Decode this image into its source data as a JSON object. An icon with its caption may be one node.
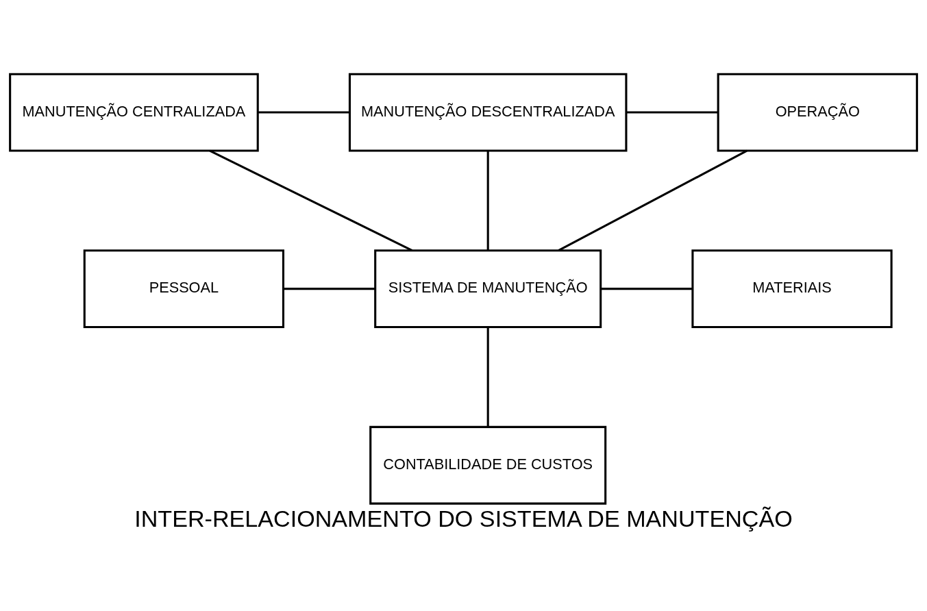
{
  "diagram": {
    "title": "INTER-RELACIONAMENTO DO SISTEMA DE MANUTENÇÃO",
    "nodes": [
      {
        "text": [
          "MANUTENÇÃO CENTRALIZADA"
        ]
      },
      {
        "text": [
          "MANUTENÇÃO DESCENTRALIZADA"
        ]
      },
      {
        "text": [
          "OPERAÇÃO"
        ]
      },
      {
        "text": [
          "PESSOAL"
        ]
      },
      {
        "text": [
          "SISTEMA DE MANUTENÇÃO"
        ]
      },
      {
        "text": [
          "MATERIAIS"
        ]
      },
      {
        "text": [
          "CONTABILIDADE DE CUSTOS"
        ]
      }
    ],
    "edges": [
      {
        "from": 0,
        "to": 1,
        "arrow": "none"
      },
      {
        "from": 1,
        "to": 2,
        "arrow": "none"
      },
      {
        "from": 0,
        "to": 4,
        "arrow": "none"
      },
      {
        "from": 1,
        "to": 4,
        "arrow": "none"
      },
      {
        "from": 2,
        "to": 4,
        "arrow": "none"
      },
      {
        "from": 3,
        "to": 4,
        "arrow": "none"
      },
      {
        "from": 4,
        "to": 5,
        "arrow": "none"
      },
      {
        "from": 4,
        "to": 6,
        "arrow": "none"
      }
    ]
  }
}
